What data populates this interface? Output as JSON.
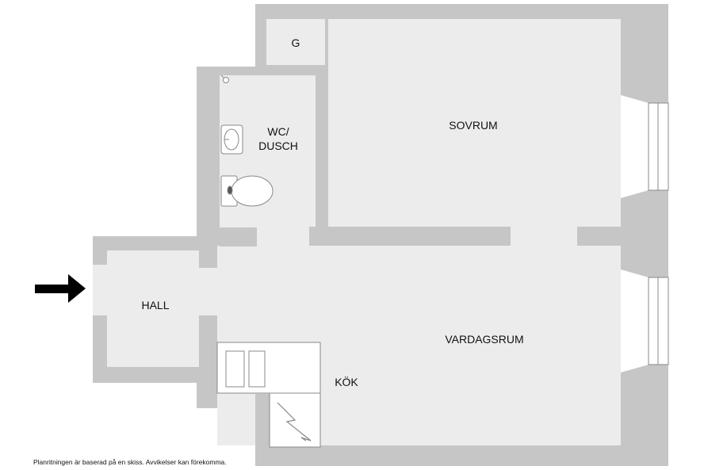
{
  "colors": {
    "wall": "#c6c6c6",
    "floor": "#ececec",
    "fixture_fill": "#ffffff",
    "fixture_stroke": "#888888",
    "arrow": "#000000",
    "text": "#111111"
  },
  "rooms": {
    "storage": "G",
    "bathroom_line1": "WC/",
    "bathroom_line2": "DUSCH",
    "bedroom": "SOVRUM",
    "hall": "HALL",
    "living_room": "VARDAGSRUM",
    "kitchen": "KÖK"
  },
  "disclaimer": "Planritningen är baserad på en skiss. Avvikelser kan förekomma.",
  "icons": {
    "entry": "arrow-right-icon",
    "toilet": "toilet-icon",
    "sink": "sink-icon",
    "stove": "stove-icon",
    "electric": "lightning-icon",
    "shower": "shower-head-icon"
  }
}
